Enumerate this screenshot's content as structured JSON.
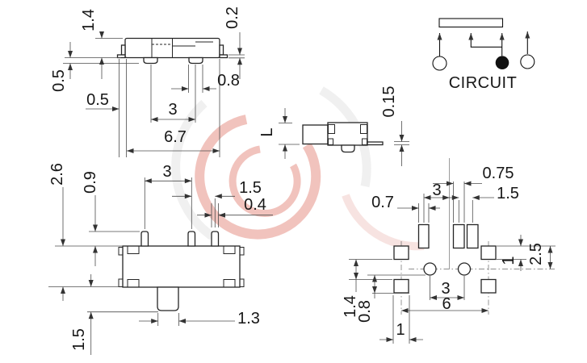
{
  "drawing_title": "slide switch dimensional drawing",
  "colors": {
    "line": "#252525",
    "dimension": "#4c4c4c",
    "watermark_red": "#e4897e",
    "watermark_gray": "#e2e2e2"
  },
  "views": {
    "side": {
      "body_height": "1.4",
      "flange_thickness": "0.2",
      "terminal_height": "0.5",
      "flange_offset": "0.5",
      "terminal_pitch": "3",
      "terminal_width": "0.8",
      "overall_width": "6.7"
    },
    "end": {
      "lever_height": "L",
      "standoff": "0.15"
    },
    "circuit": {
      "title": "CIRCUIT"
    },
    "top": {
      "body_depth": "2.6",
      "pin_length": "0.9",
      "pin_pitch": "3",
      "pin_pitch_2": "1.5",
      "pin_width": "0.4",
      "knob_width": "1.3",
      "knob_length": "1.5"
    },
    "pcb": {
      "pad_width_b": "0.75",
      "pad_width_a": "0.7",
      "pad_pitch": "3",
      "pad_pitch_2": "1.5",
      "pad_span_v": "2.5",
      "pad_height": "1",
      "hole_pitch": "3",
      "pad_span_h": "6",
      "pad_gap": "1.4",
      "hole_to_pad": "0.8",
      "pad_width_corner": "1"
    }
  }
}
